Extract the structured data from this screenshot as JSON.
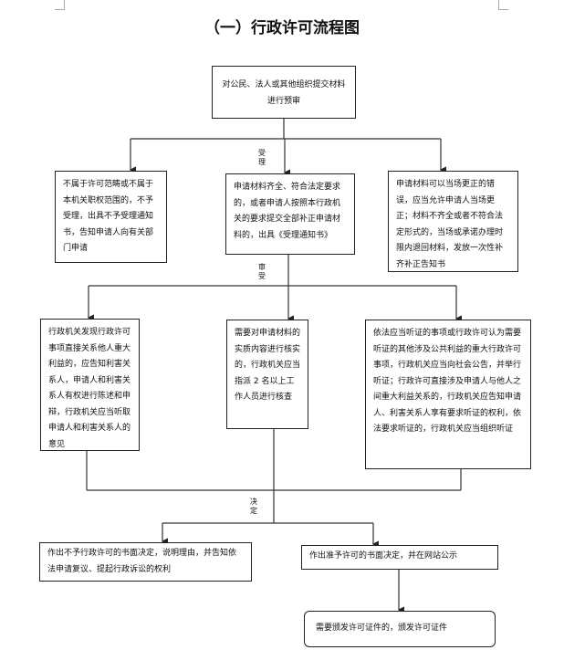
{
  "title": "（一）行政许可流程图",
  "steps": {
    "pre_review": "对公民、法人或其他组织提交材料进行预审",
    "reject_scope": "不属于许可范畴或不属于本机关职权范围的，不予受理，出具不予受理通知书，告知申请人向有关部门申请",
    "accept": "申请材料齐全、符合法定要求的，或者申请人按照本行政机关的要求提交全部补正申请材料的，出具《受理通知书》",
    "correct": "申请材料可以当场更正的错误，应当允许申请人当场更正；材料不齐全或者不符合法定形式的，当场或承诺办理时限内退回材料，发放一次性补齐补正告知书",
    "interested_parties": "行政机关发现行政许可事项直接关系他人重大利益的，应告知利害关系人，申请人和利害关系人有权进行陈述和申辩，行政机关应当听取申请人和利害关系人的意见",
    "verify": "需要对申请材料的实质内容进行核实的，行政机关应当指派 2 名以上工作人员进行核查",
    "hearing": "依法应当听证的事项或行政许可认为需要听证的其他涉及公共利益的重大行政许可事项，行政机关应当向社会公告，并举行听证；行政许可直接涉及申请人与他人之间重大利益关系的，行政机关应告知申请人、利害关系人享有要求听证的权利，依法要求听证的，行政机关应当组织听证",
    "deny": "作出不予行政许可的书面决定，说明理由，并告知依法申请复议、提起行政诉讼的权利",
    "grant": "作出准予许可的书面决定，并在网站公示",
    "certificate": "需要颁发许可证件的，颁发许可证件"
  },
  "labels": {
    "accept": "受理",
    "review": "审受",
    "decide": "决定"
  }
}
